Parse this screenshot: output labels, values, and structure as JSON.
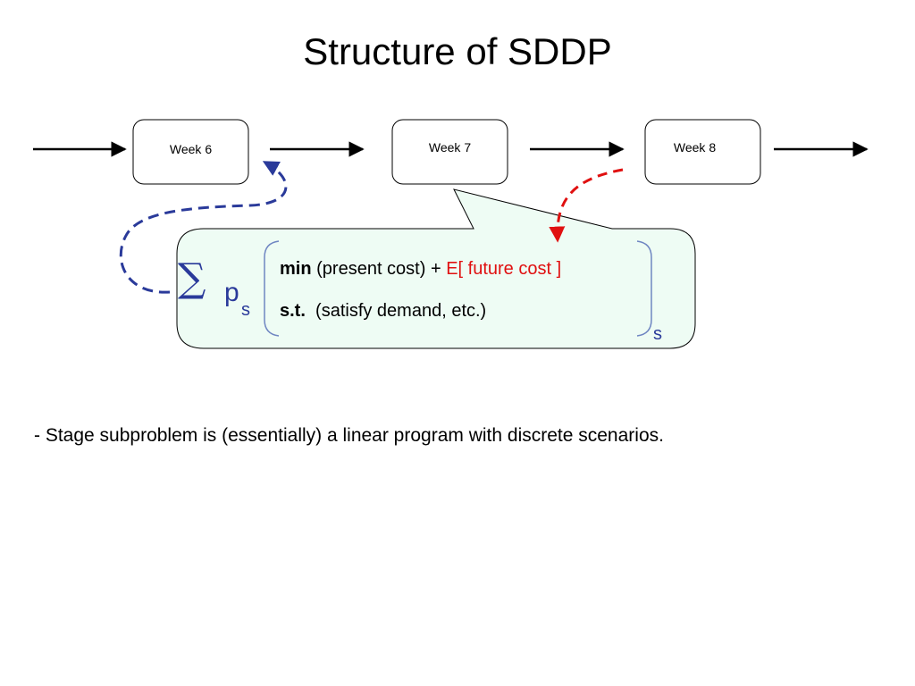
{
  "title": "Structure of SDDP",
  "weeks": [
    {
      "label": "Week 6"
    },
    {
      "label": "Week 7"
    },
    {
      "label": "Week 8"
    }
  ],
  "formula": {
    "sigma": "∑",
    "p": "p",
    "p_subscript": "s",
    "line1_keyword": "min",
    "line1_text": "(present cost) +",
    "line1_highlight": "E[ future cost ]",
    "line2_keyword": "s.t.",
    "line2_text": "(satisfy demand, etc.)",
    "bracket_subscript": "s"
  },
  "bullet": "- Stage subproblem is (essentially) a linear program with discrete scenarios.",
  "colors": {
    "sum_blue": "#2a3a9a",
    "highlight_red": "#e01010",
    "callout_fill": "#eefcf4",
    "bracket_blue": "#6f86c2"
  }
}
